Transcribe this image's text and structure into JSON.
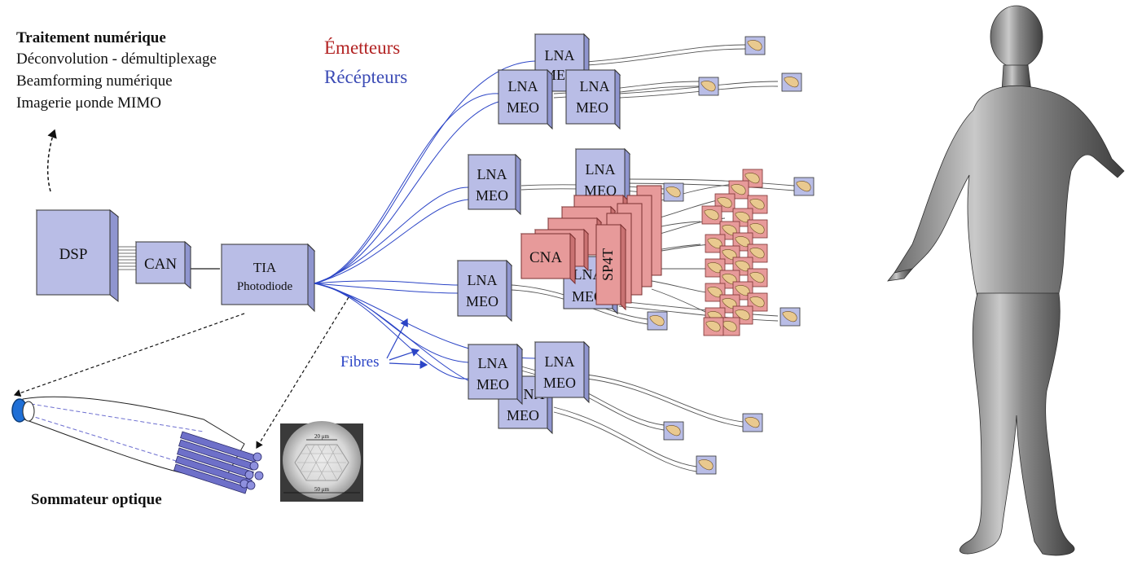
{
  "processing": {
    "title": "Traitement numérique",
    "lines": [
      "Déconvolution - démultiplexage",
      "Beamforming numérique",
      "Imagerie μonde MIMO"
    ]
  },
  "legend": {
    "emitters": "Émetteurs",
    "receivers": "Récépteurs",
    "emitter_color": "#b22222",
    "receiver_color": "#3b4bb5"
  },
  "blocks": {
    "dsp": "DSP",
    "can": "CAN",
    "tia_line1": "TIA",
    "tia_line2": "Photodiode",
    "lna": "LNA",
    "meo": "MEO",
    "cna": "CNA",
    "sp4t": "SP4T"
  },
  "fibres_label": "Fibres",
  "combiner_label": "Sommateur optique",
  "micrograph": {
    "dim_top": "20 μm",
    "dim_bottom": "50 μm"
  },
  "colors": {
    "block_fill": "#b9bde6",
    "block_top": "#d9dcf3",
    "block_side": "#8f95cf",
    "red_fill": "#e79a9a",
    "red_top": "#f3c3c3",
    "red_side": "#c97272",
    "fibre": "#2b44c6",
    "antenna": "#e9c98f"
  },
  "icons": [
    "dashed-arrow-icon",
    "human-body-figure"
  ]
}
